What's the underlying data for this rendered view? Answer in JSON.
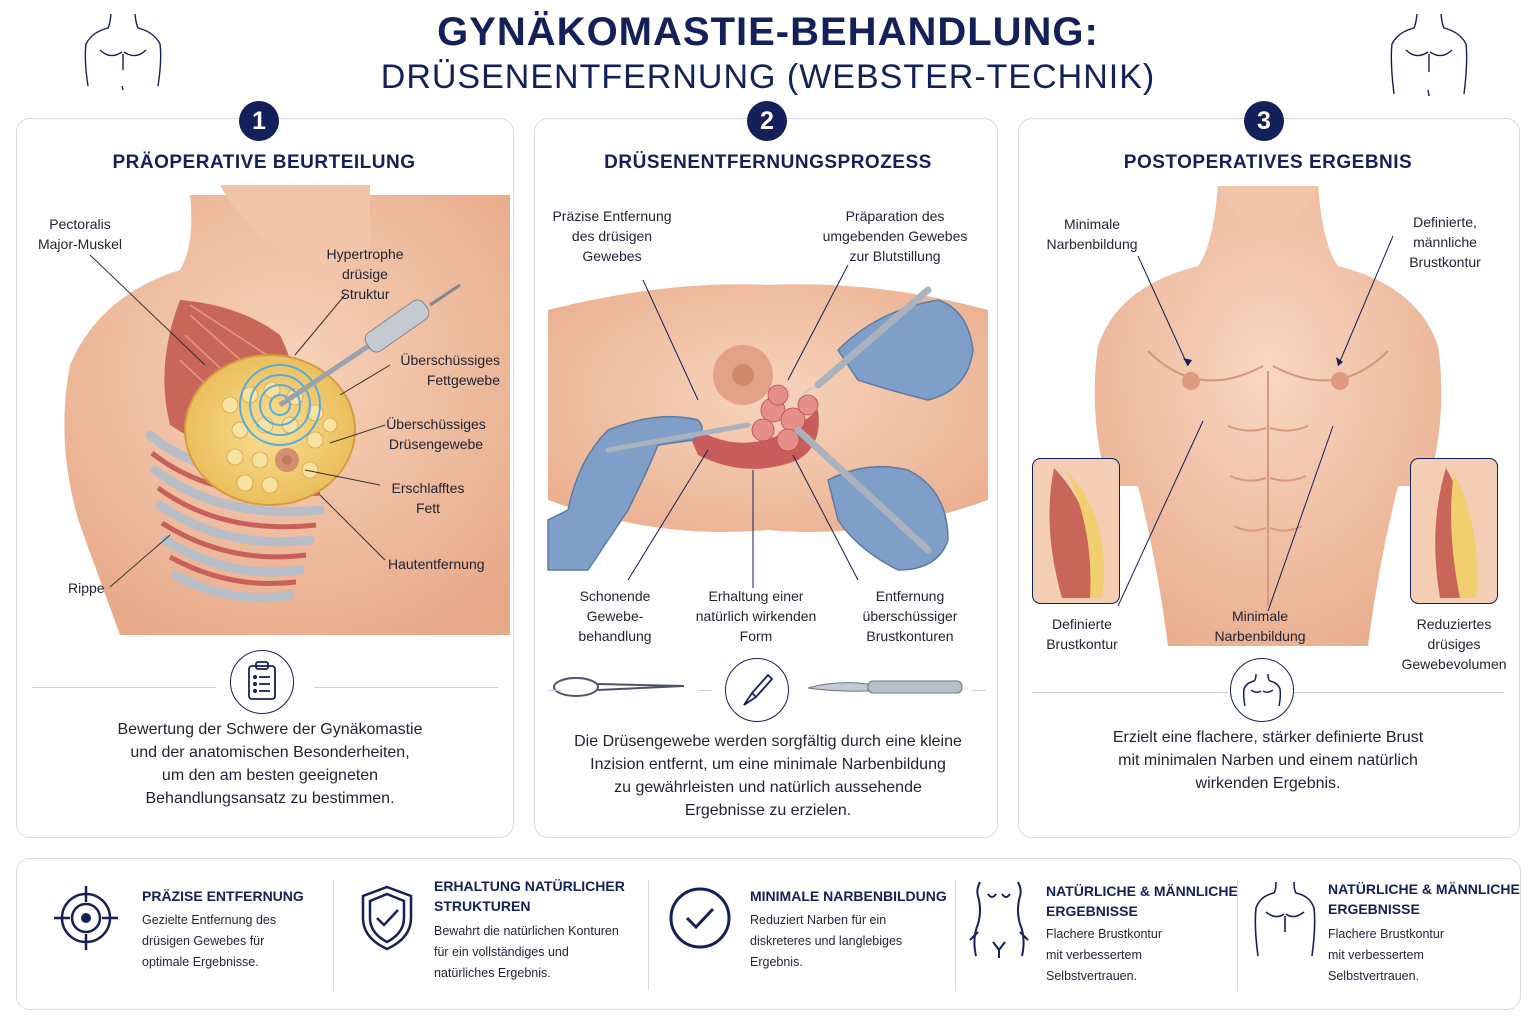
{
  "header": {
    "title": "GYNÄKOMASTIE-BEHANDLUNG:",
    "subtitle": "DRÜSENENTFERNUNG (WEBSTER-TECHNIK)"
  },
  "panels": [
    {
      "number": "1",
      "title": "PRÄOPERATIVE BEURTEILUNG",
      "labels": {
        "pectoralis": "Pectoralis\nMajor-Muskel",
        "hypertrophe": "Hypertrophe\ndrüsige\nStruktur",
        "fett": "Überschüssiges\nFettgewebe",
        "druesen": "Überschüssiges\nDrüsengewebe",
        "erschlafft": "Erschlafftes\nFett",
        "haut": "Hautentfernung",
        "rippe": "Rippe"
      },
      "description": "Bewertung der Schwere der Gynäkomastie\nund der anatomischen Besonderheiten,\num den am besten geeigneten\nBehandlungsansatz zu bestimmen."
    },
    {
      "number": "2",
      "title": "DRÜSENENTFERNUNGSPROZESS",
      "labels": {
        "praezise": "Präzise Entfernung\ndes drüsigen\nGewebes",
        "praeparation": "Präparation des\numgebenden Gewebes\nzur Blutstillung",
        "schonend": "Schonende\nGewebe-\nbehandlung",
        "erhaltung": "Erhaltung einer\nnatürlich wirkenden\nForm",
        "entfernung": "Entfernung\nüberschüssiger\nBrustkonturen"
      },
      "description": "Die Drüsengewebe werden sorgfältig durch eine kleine\nInzision entfernt, um eine minimale Narbenbildung\nzu gewährleisten und natürlich aussehende\nErgebnisse zu erzielen."
    },
    {
      "number": "3",
      "title": "POSTOPERATIVES ERGEBNIS",
      "labels": {
        "minimal_top": "Minimale\nNarbenbildung",
        "definiert_top": "Definierte,\nmännliche\nBrustkontur",
        "definiert_bottom": "Definierte\nBrustkontur",
        "minimal_bottom": "Minimale\nNarbenbildung",
        "reduziert": "Reduziertes\ndrüsiges\nGewebevolumen"
      },
      "description": "Erzielt eine flachere, stärker definierte Brust\nmit minimalen Narben und einem natürlich\nwirkenden Ergebnis."
    }
  ],
  "features": [
    {
      "icon": "target-icon",
      "title": "PRÄZISE ENTFERNUNG",
      "text": "Gezielte Entfernung des\ndrüsigen Gewebes für\noptimale Ergebnisse."
    },
    {
      "icon": "shield-check-icon",
      "title": "ERHALTUNG NATÜRLICHER\nSTRUKTUREN",
      "text": "Bewahrt die natürlichen Konturen\nfür ein vollständiges und\nnatürliches Ergebnis."
    },
    {
      "icon": "check-circle-icon",
      "title": "MINIMALE NARBENBILDUNG",
      "text": "Reduziert Narben für ein\ndiskreteres und langlebiges\nErgebnis."
    },
    {
      "icon": "torso-outline-icon",
      "title": "NATÜRLICHE & MÄNNLICHE\nERGEBNISSE",
      "text": "Flachere Brustkontur\nmit verbessertem\nSelbstvertrauen."
    },
    {
      "icon": "male-chest-icon",
      "title": "NATÜRLICHE & MÄNNLICHE\nERGEBNISSE",
      "text": "Flachere Brustkontur\nmit verbessertem\nSelbstvertrauen."
    }
  ],
  "colors": {
    "navy": "#14205a",
    "skin": "#f2c3a4",
    "skin_shadow": "#e3a27f",
    "muscle": "#c8665a",
    "fat": "#f2cf6e",
    "glove": "#7f9fc8",
    "steel": "#a9b2bd"
  }
}
